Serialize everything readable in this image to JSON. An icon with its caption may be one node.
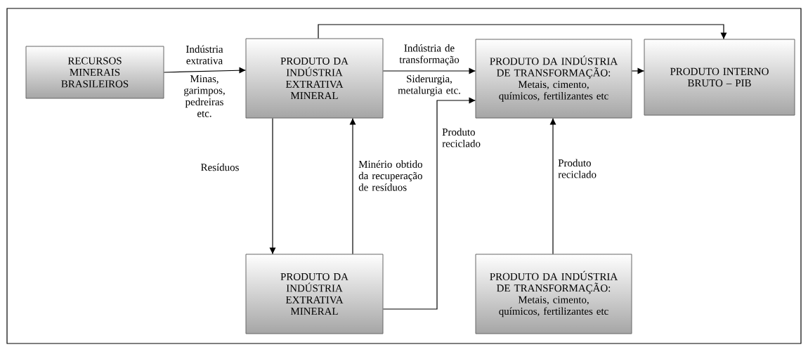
{
  "diagram": {
    "nodes": [
      {
        "text": [
          "RECURSOS MINERAIS BRASILEIROS"
        ]
      },
      {
        "text": [
          "PRODUTO DA INDÚSTRIA EXTRATIVA MINERAL"
        ]
      },
      {
        "text": [
          "PRODUTO DA INDÚSTRIA DE TRANSFORMAÇÃO:",
          "Metais, cimento, químicos, fertilizantes etc"
        ]
      },
      {
        "text": [
          "PRODUTO INTERNO BRUTO – PIB"
        ]
      },
      {
        "text": [
          "PRODUTO DA INDÚSTRIA EXTRATIVA MINERAL"
        ]
      },
      {
        "text": [
          "PRODUTO DA INDÚSTRIA DE TRANSFORMAÇÃO:",
          "Metais, cimento, químicos, fertilizantes etc"
        ]
      }
    ],
    "edges": [
      {
        "from": 0,
        "to": 1,
        "arrow": "to",
        "label": "Indústria extrativa"
      },
      {
        "from": 1,
        "to": 2,
        "arrow": "to",
        "label": "Indústria de transformação"
      },
      {
        "from": 1,
        "to": 3,
        "arrow": "to"
      },
      {
        "from": 2,
        "to": 3,
        "arrow": "to"
      },
      {
        "from": 1,
        "to": 4,
        "arrow": "to",
        "label": "Resíduos"
      },
      {
        "from": 4,
        "to": 1,
        "arrow": "to",
        "label": "Minério obtido da recuperação de resíduos"
      },
      {
        "from": 4,
        "to": 2,
        "arrow": "to",
        "label": "Produto reciclado"
      },
      {
        "from": 5,
        "to": 2,
        "arrow": "to",
        "label": "Produto reciclado"
      }
    ],
    "labels": [
      "Minas, garimpos, pedreiras etc.",
      "Siderurgia, metalurgia etc."
    ]
  }
}
